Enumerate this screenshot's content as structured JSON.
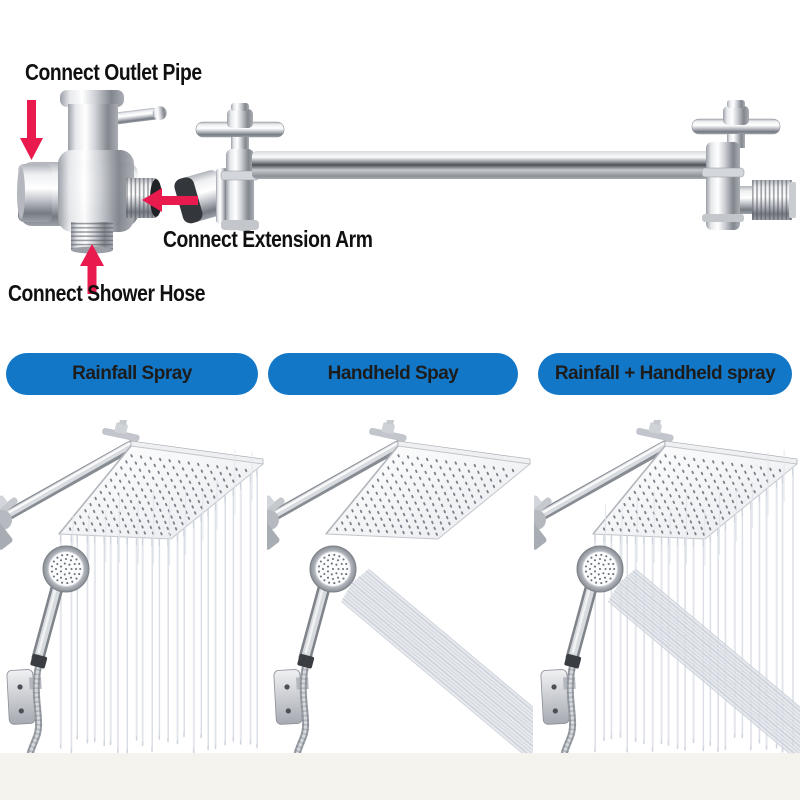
{
  "colors": {
    "pill_blue": "#1377c7",
    "arrow_red": "#e81a4e",
    "label_text": "#101010",
    "band_bg": "#f5f3ee",
    "chrome_dark": "#6e727a",
    "water": "#ccd1db"
  },
  "connection_diagram": {
    "labels": {
      "outlet_pipe": "Connect Outlet Pipe",
      "extension_arm": "Connect Extension Arm",
      "shower_hose": "Connect Shower Hose"
    }
  },
  "mode_buttons": [
    {
      "label": "Rainfall Spray"
    },
    {
      "label": "Handheld Spay"
    },
    {
      "label": "Rainfall + Handheld spray"
    }
  ],
  "spray_panels": [
    {
      "name": "rainfall-spray",
      "rainfall": true,
      "handheld": false
    },
    {
      "name": "handheld-spray",
      "rainfall": false,
      "handheld": true
    },
    {
      "name": "rainfall-plus-handheld-spray",
      "rainfall": true,
      "handheld": true
    }
  ]
}
